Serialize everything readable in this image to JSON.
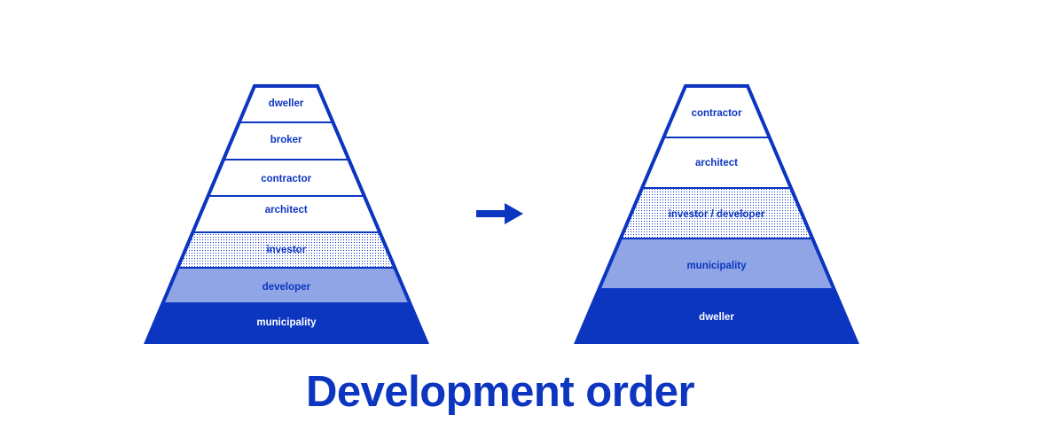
{
  "colors": {
    "primary": "#0c35c0",
    "light_band": "#8fa5e6",
    "background": "#ffffff",
    "label_on_dark": "#ffffff"
  },
  "diagram": {
    "before": {
      "layers": [
        {
          "label": "dweller",
          "fill": "white"
        },
        {
          "label": "broker",
          "fill": "white"
        },
        {
          "label": "contractor",
          "fill": "white"
        },
        {
          "label": "architect",
          "fill": "white"
        },
        {
          "label": "investor",
          "fill": "dotted"
        },
        {
          "label": "developer",
          "fill": "light"
        },
        {
          "label": "municipality",
          "fill": "dark"
        }
      ]
    },
    "arrow_icon": "right-arrow-icon",
    "after": {
      "layers": [
        {
          "label": "contractor",
          "fill": "white"
        },
        {
          "label": "architect",
          "fill": "white"
        },
        {
          "label": "investor / developer",
          "fill": "dotted"
        },
        {
          "label": "municipality",
          "fill": "light"
        },
        {
          "label": "dweller",
          "fill": "dark"
        }
      ]
    }
  },
  "caption": "Development order"
}
